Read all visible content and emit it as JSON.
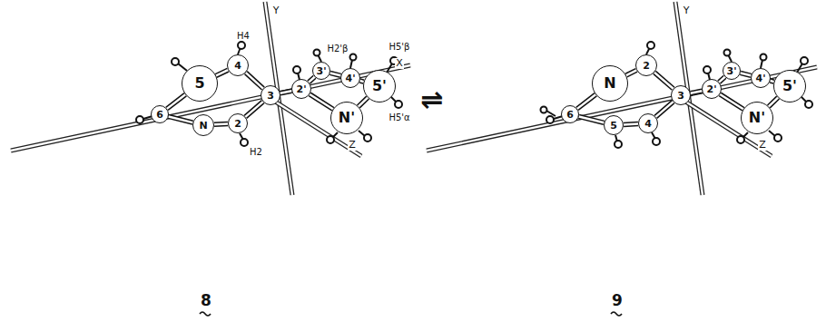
{
  "diagram": {
    "nodes": [
      {
        "text": [
          "5"
        ]
      },
      {
        "text": [
          "4"
        ]
      },
      {
        "text": [
          "3"
        ]
      },
      {
        "text": [
          "6"
        ]
      },
      {
        "text": [
          "N"
        ]
      },
      {
        "text": [
          "2"
        ]
      },
      {
        "text": [
          "2'"
        ]
      },
      {
        "text": [
          "3'"
        ]
      },
      {
        "text": [
          "4'"
        ]
      },
      {
        "text": [
          "5'"
        ]
      },
      {
        "text": [
          "N'"
        ]
      },
      {
        "text": [
          "N"
        ]
      },
      {
        "text": [
          "2"
        ]
      },
      {
        "text": [
          "3"
        ]
      },
      {
        "text": [
          "6"
        ]
      },
      {
        "text": [
          "5"
        ]
      },
      {
        "text": [
          "4"
        ]
      },
      {
        "text": [
          "2'"
        ]
      },
      {
        "text": [
          "3'"
        ]
      },
      {
        "text": [
          "4'"
        ]
      },
      {
        "text": [
          "5'"
        ]
      },
      {
        "text": [
          "N'"
        ]
      }
    ],
    "edges": [
      {
        "from": 0,
        "to": 1,
        "arrow": "none"
      },
      {
        "from": 1,
        "to": 2,
        "arrow": "none"
      },
      {
        "from": 2,
        "to": 5,
        "arrow": "none"
      },
      {
        "from": 5,
        "to": 4,
        "arrow": "none"
      },
      {
        "from": 4,
        "to": 3,
        "arrow": "none"
      },
      {
        "from": 3,
        "to": 0,
        "arrow": "none"
      },
      {
        "from": 2,
        "to": 6,
        "arrow": "none"
      },
      {
        "from": 6,
        "to": 7,
        "arrow": "none"
      },
      {
        "from": 7,
        "to": 8,
        "arrow": "none"
      },
      {
        "from": 8,
        "to": 9,
        "arrow": "none"
      },
      {
        "from": 9,
        "to": 10,
        "arrow": "none"
      },
      {
        "from": 10,
        "to": 6,
        "arrow": "none"
      },
      {
        "from": 11,
        "to": 12,
        "arrow": "none"
      },
      {
        "from": 12,
        "to": 13,
        "arrow": "none"
      },
      {
        "from": 13,
        "to": 16,
        "arrow": "none"
      },
      {
        "from": 16,
        "to": 15,
        "arrow": "none"
      },
      {
        "from": 15,
        "to": 14,
        "arrow": "none"
      },
      {
        "from": 14,
        "to": 11,
        "arrow": "none"
      },
      {
        "from": 13,
        "to": 17,
        "arrow": "none"
      },
      {
        "from": 17,
        "to": 18,
        "arrow": "none"
      },
      {
        "from": 18,
        "to": 19,
        "arrow": "none"
      },
      {
        "from": 19,
        "to": 20,
        "arrow": "none"
      },
      {
        "from": 20,
        "to": 21,
        "arrow": "none"
      },
      {
        "from": 21,
        "to": 17,
        "arrow": "none"
      }
    ],
    "labels": [
      "Y",
      "X",
      "Z",
      "H4",
      "H2'β",
      "H5'β",
      "H5'α",
      "H2",
      "⇌",
      "8",
      "Y",
      "Z",
      "9"
    ]
  }
}
